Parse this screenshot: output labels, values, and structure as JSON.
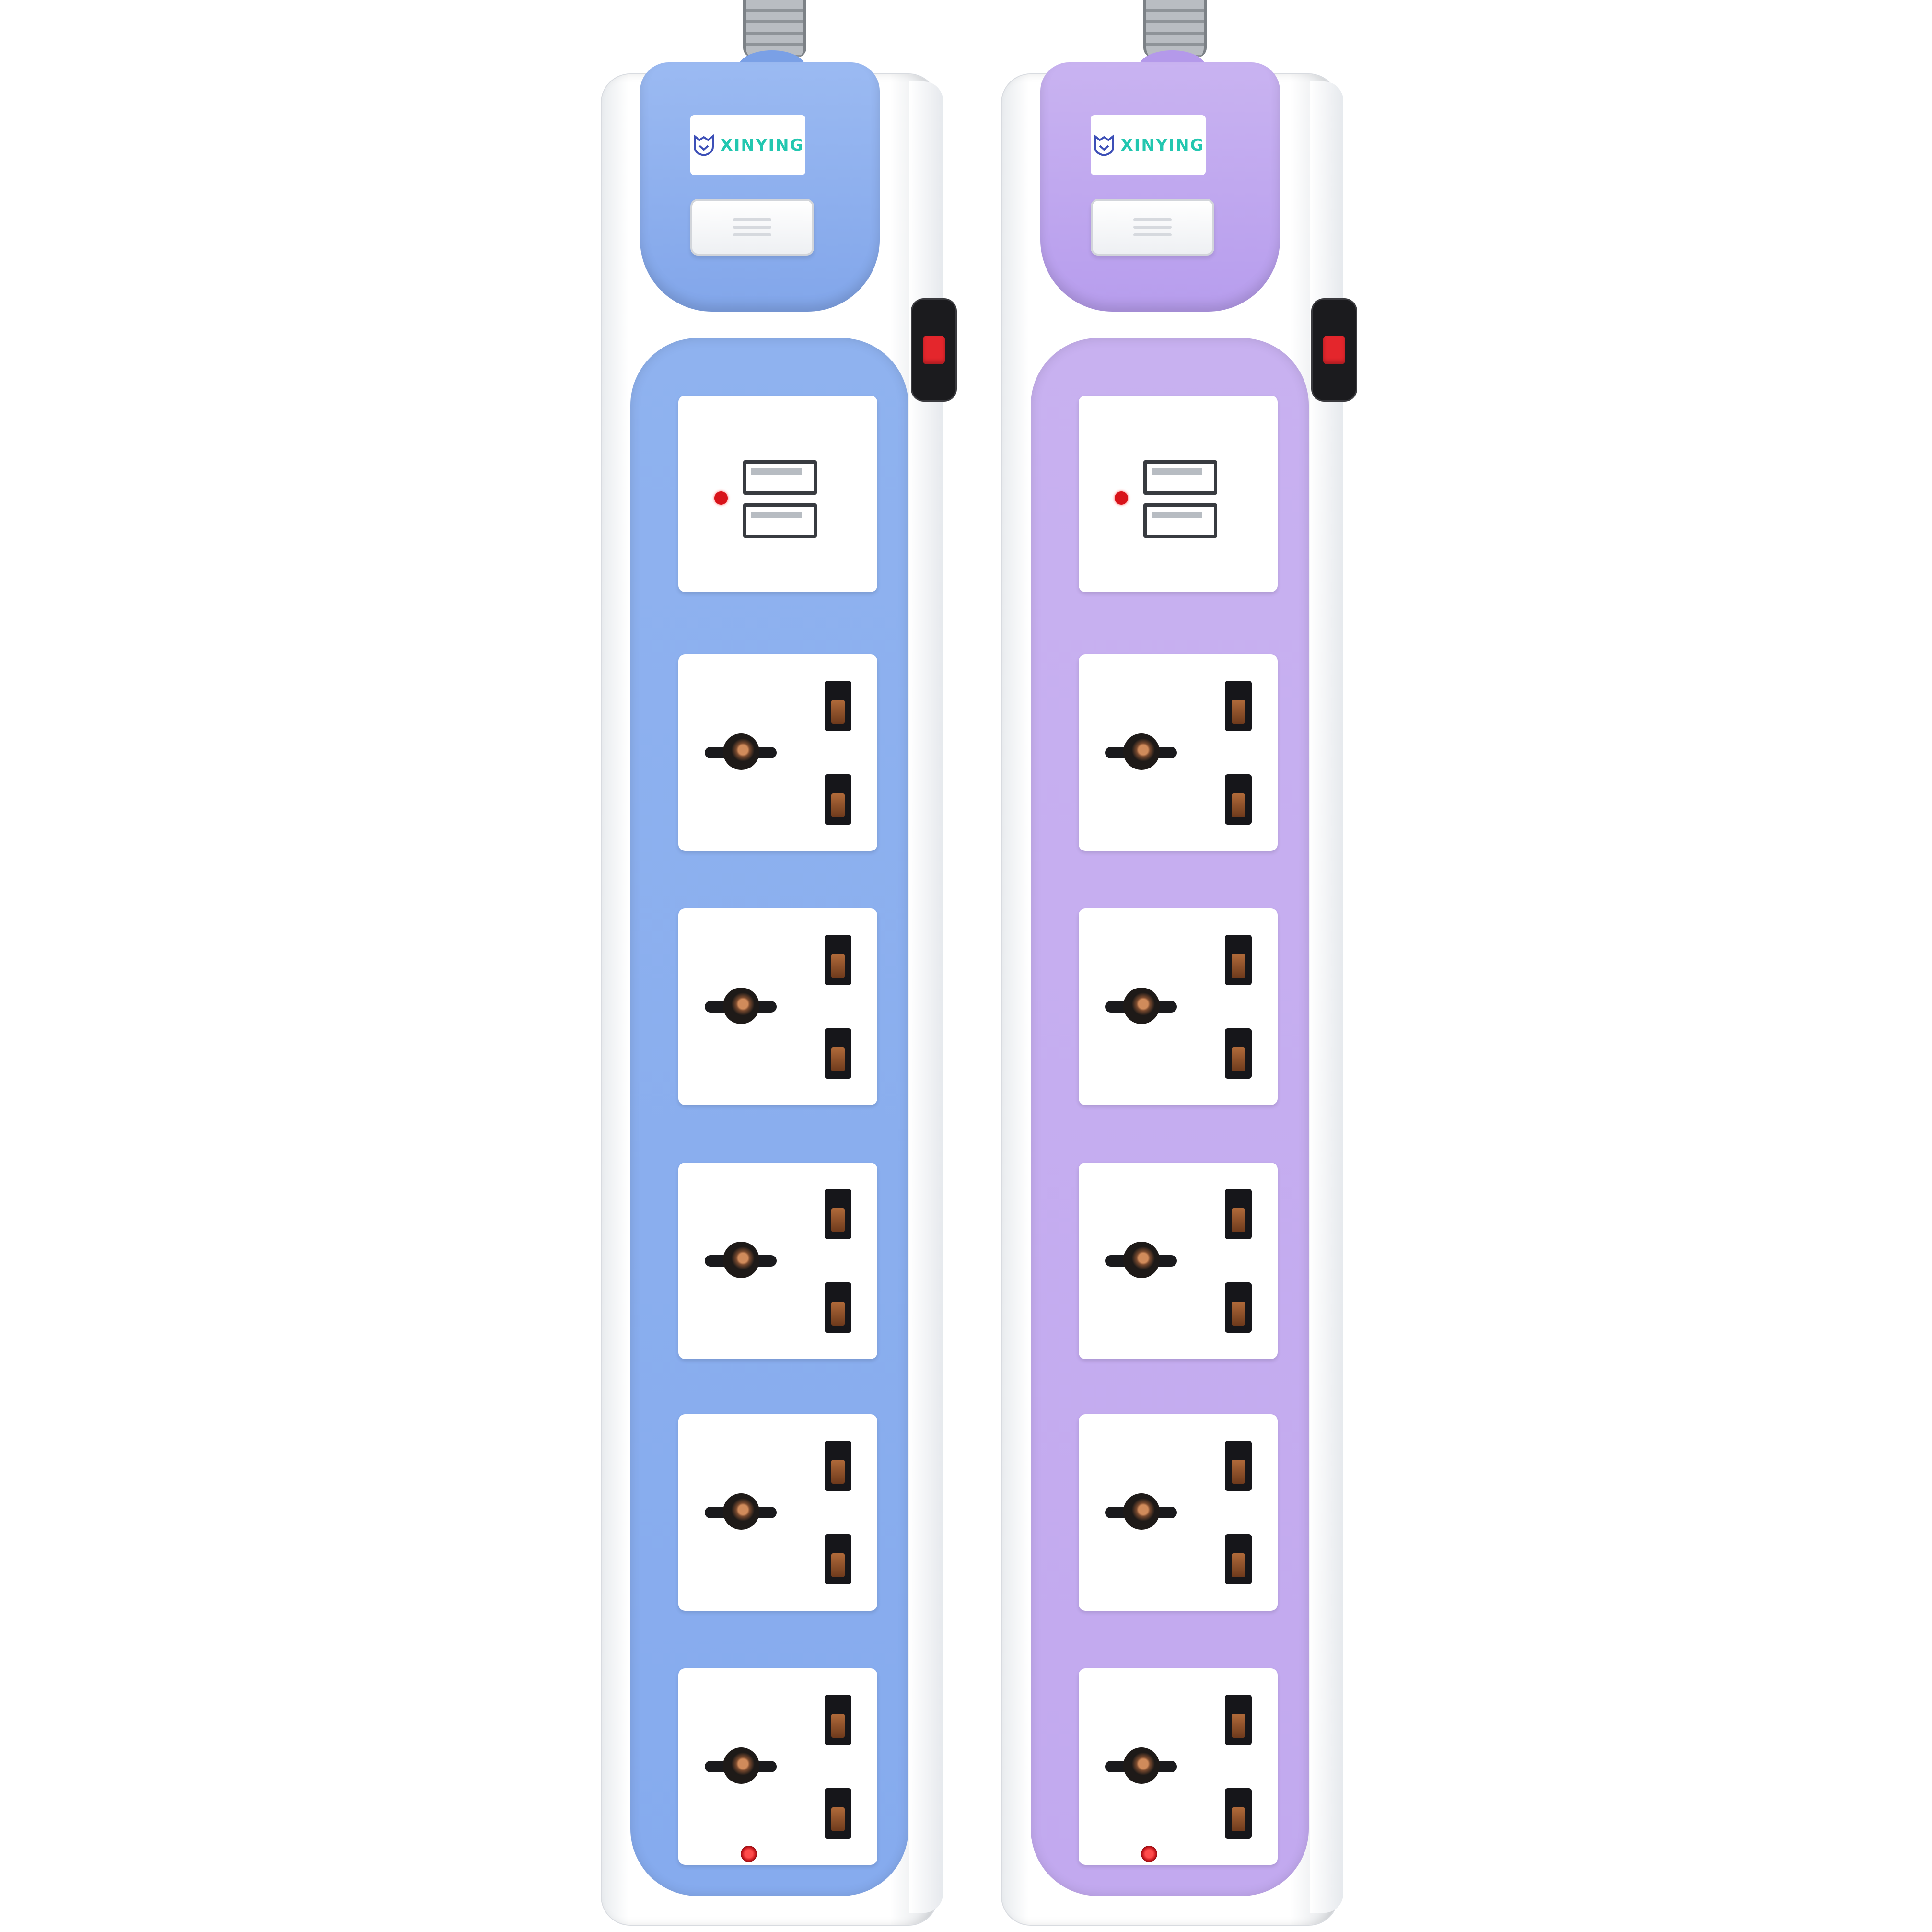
{
  "brand": {
    "name": "XINYING",
    "text_color": "#23c7b0"
  },
  "strips": [
    {
      "id": "blue",
      "accent": "#8fb2ef",
      "accent_dark": "#7aa0e6",
      "usb_ports": 2,
      "universal_outlets": 5,
      "has_rocker_switch": true,
      "has_power_led": true
    },
    {
      "id": "purple",
      "accent": "#c8b1f0",
      "accent_dark": "#b499ea",
      "usb_ports": 2,
      "universal_outlets": 5,
      "has_rocker_switch": true,
      "has_power_led": true
    }
  ],
  "icons": {
    "logo": "shield-fox-icon",
    "usb": "usb-port-icon",
    "switch": "rocker-switch-icon",
    "led": "indicator-led-icon"
  },
  "colors": {
    "body": "#ffffff",
    "switch_red": "#e4262c",
    "led_red": "#d8131a"
  }
}
